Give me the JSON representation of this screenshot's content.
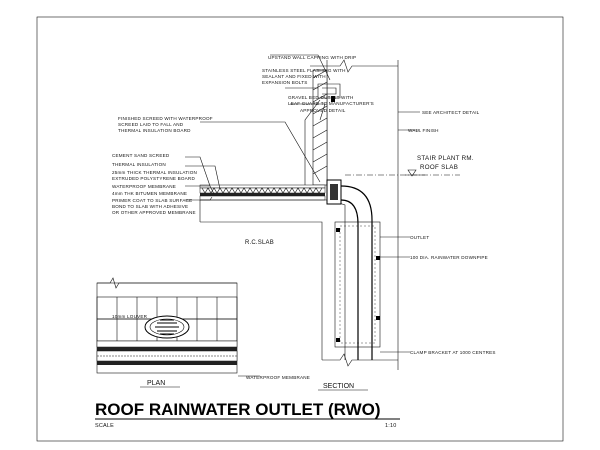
{
  "drawing": {
    "title": "ROOF RAINWATER OUTLET (RWO)",
    "scale_label": "SCALE",
    "scale_value": "1:10",
    "views": {
      "plan": "PLAN",
      "section": "SECTION"
    },
    "slab_label": "R.C.SLAB",
    "level_label_1": "STAIR PLANT RM.",
    "level_label_2": "ROOF SLAB",
    "plan_label": "10mm LOUVER",
    "plan_note": "WATERPROOF MEMBRANE",
    "labels_top": [
      "UPSTAND WALL CAPPING WITH DRIP",
      "STAINLESS STEEL FLASHING WITH",
      "SEALANT AND FIXED WITH",
      "EXPANSION BOLTS"
    ],
    "labels_mid": [
      "GRAVEL BED OUTLET WITH",
      "LEAF GUARD TO MANUFACTURER'S",
      "APPROVED DETAIL"
    ],
    "labels_left": [
      "FINISHED SCREED WITH WATERPROOF",
      "SCREED LAID TO FALL AND",
      "THERMAL INSULATION BOARD"
    ],
    "labels_left_lower": [
      "CEMENT SAND SCREED",
      "THERMAL INSULATION",
      "25mm THICK THERMAL INSULATION",
      "EXTRUDED POLYSTYRENE BOARD",
      "WATERPROOF MEMBRANE",
      "4mm THK BITUMEN MEMBRANE",
      "PRIMER COAT TO SLAB SURFACE",
      "BOND TO SLAB WITH ADHESIVE",
      "OR OTHER APPROVED MEMBRANE"
    ],
    "labels_right": [
      "SEE ARCHITECT DETAIL",
      "WALL FINISH",
      "OUTLET",
      "100 DIA. RAINWATER DOWNPIPE",
      "CLAMP BRACKET AT 1000 CENTRES"
    ]
  }
}
